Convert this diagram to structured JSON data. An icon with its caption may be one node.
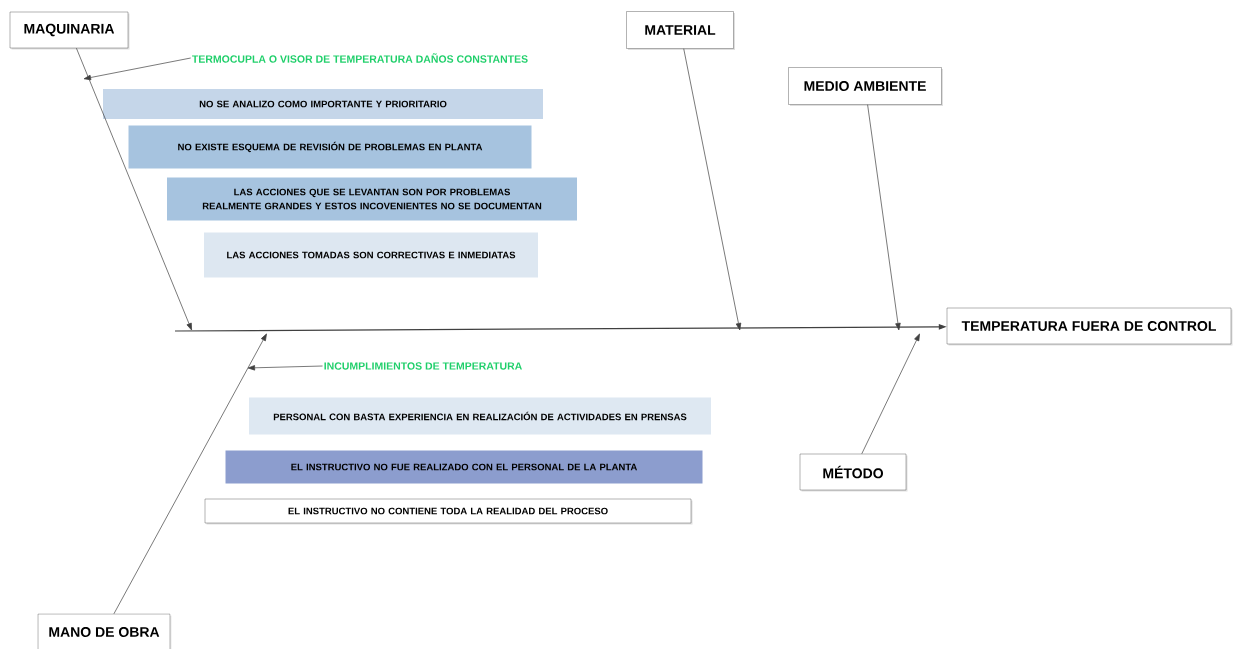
{
  "diagram": {
    "nodes": [
      {
        "text": [
          "MAQUINARIA"
        ]
      },
      {
        "text": [
          "MATERIAL"
        ]
      },
      {
        "text": [
          "MEDIO AMBIENTE"
        ]
      },
      {
        "text": [
          "TEMPERATURA FUERA DE CONTROL"
        ]
      },
      {
        "text": [
          "MÉTODO"
        ]
      },
      {
        "text": [
          "MANO DE OBRA"
        ]
      },
      {
        "text": [
          "TERMOCUPLA O VISOR DE TEMPERATURA DAÑOS CONSTANTES"
        ]
      },
      {
        "text": [
          "NO SE ANALIZO COMO IMPORTANTE Y PRIORITARIO"
        ]
      },
      {
        "text": [
          "NO EXISTE ESQUEMA DE REVISIÓN DE PROBLEMAS EN PLANTA"
        ]
      },
      {
        "text": [
          "LAS ACCIONES QUE SE LEVANTAN SON POR PROBLEMAS REALMENTE GRANDES Y ESTOS INCOVENIENTES NO SE DOCUMENTAN"
        ]
      },
      {
        "text": [
          "LAS ACCIONES TOMADAS SON CORRECTIVAS E INMEDIATAS"
        ]
      },
      {
        "text": [
          "INCUMPLIMIENTOS DE TEMPERATURA"
        ]
      },
      {
        "text": [
          "PERSONAL CON BASTA EXPERIENCIA EN REALIZACIÓN DE ACTIVIDADES EN PRENSAS"
        ]
      },
      {
        "text": [
          "EL INSTRUCTIVO NO FUE REALIZADO CON EL PERSONAL DE LA PLANTA"
        ]
      },
      {
        "text": [
          "EL INSTRUCTIVO NO CONTIENE TODA LA REALIDAD DEL PROCESO"
        ]
      }
    ],
    "edges": [
      {
        "from": null,
        "to": 3,
        "arrow": "to"
      },
      {
        "from": 0,
        "to": null,
        "arrow": "to"
      },
      {
        "from": 1,
        "to": null,
        "arrow": "to"
      },
      {
        "from": 2,
        "to": null,
        "arrow": "to"
      },
      {
        "from": 4,
        "to": null,
        "arrow": "to"
      },
      {
        "from": 5,
        "to": null,
        "arrow": "to"
      },
      {
        "from": 6,
        "to": null,
        "arrow": "to"
      },
      {
        "from": 11,
        "to": null,
        "arrow": "to"
      }
    ]
  }
}
